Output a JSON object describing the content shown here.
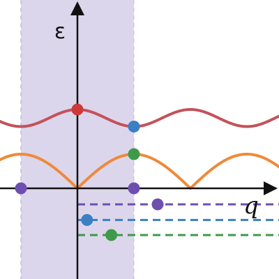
{
  "labels": {
    "y_axis": "ε",
    "x_axis": "q"
  },
  "colors": {
    "zone": "#dcd6ec",
    "zone_edge": "#c4bde0",
    "axis": "#111111",
    "upper_band": "#c4525a",
    "lower_band": "#ee8a3a",
    "purple": "#6e4fb0",
    "blue": "#3b7fc4",
    "green": "#3e9a48",
    "red": "#cc3a3a"
  },
  "diagram": {
    "zone_q": [
      -1,
      1
    ],
    "q_range": [
      -1.4,
      3.6
    ],
    "bands": [
      {
        "id": "upper-band",
        "color_key": "upper_band",
        "e0": 1.4,
        "amp": 0.17,
        "shape": "cos-pi"
      },
      {
        "id": "lower-band",
        "color_key": "lower_band",
        "e0": 0,
        "amp": 0.68,
        "shape": "abs-sin-half-pi"
      }
    ],
    "dashed_lines": [
      {
        "id": "purple-dashed-line",
        "color_key": "purple",
        "e": -0.32,
        "q_start": 0
      },
      {
        "id": "blue-dashed-line",
        "color_key": "blue",
        "e": -0.63,
        "q_start": 0
      },
      {
        "id": "green-dashed-line",
        "color_key": "green",
        "e": -0.93,
        "q_start": 0
      }
    ],
    "points": [
      {
        "id": "red-point",
        "color_key": "red",
        "q": 0,
        "e": 1.57
      },
      {
        "id": "blue-upper-point",
        "color_key": "blue",
        "q": 1,
        "e": 1.23
      },
      {
        "id": "green-upper-point",
        "color_key": "green",
        "q": 1,
        "e": 0.68
      },
      {
        "id": "purple-left-point",
        "color_key": "purple",
        "q": -1,
        "e": 0
      },
      {
        "id": "purple-right-point",
        "color_key": "purple",
        "q": 1,
        "e": 0
      },
      {
        "id": "purple-line-point",
        "color_key": "purple",
        "q": 1.42,
        "e": -0.32
      },
      {
        "id": "blue-line-point",
        "color_key": "blue",
        "q": 0.17,
        "e": -0.63
      },
      {
        "id": "green-line-point",
        "color_key": "green",
        "q": 0.6,
        "e": -0.93
      }
    ]
  }
}
